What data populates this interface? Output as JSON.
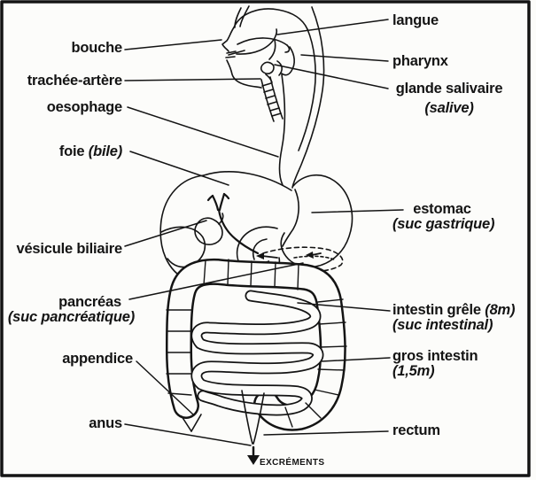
{
  "diagram": {
    "subject": "appareil digestif humain (french digestive system diagram)",
    "background_color": "#fcfcfa",
    "ink_color": "#141414"
  },
  "labels_left": [
    {
      "text": "bouche"
    },
    {
      "text": "trachée-artère"
    },
    {
      "text": "oesophage"
    },
    {
      "text": "foie",
      "note": "(bile)"
    },
    {
      "text": "vésicule biliaire"
    },
    {
      "text": "pancréas",
      "note": "(suc pancréatique)"
    },
    {
      "text": "appendice"
    },
    {
      "text": "anus"
    }
  ],
  "labels_right": [
    {
      "text": "langue"
    },
    {
      "text": "pharynx"
    },
    {
      "text": "glande salivaire",
      "note": "(salive)"
    },
    {
      "text": "estomac",
      "note": "(suc gastrique)"
    },
    {
      "text": "intestin grêle",
      "inline_note": "(8m)",
      "note": "(suc intestinal)"
    },
    {
      "text": "gros intestin",
      "note": "(1,5m)"
    },
    {
      "text": "rectum"
    }
  ],
  "footer": {
    "arrow_icon": "down-arrow",
    "text": "EXCRÉMENTS"
  }
}
